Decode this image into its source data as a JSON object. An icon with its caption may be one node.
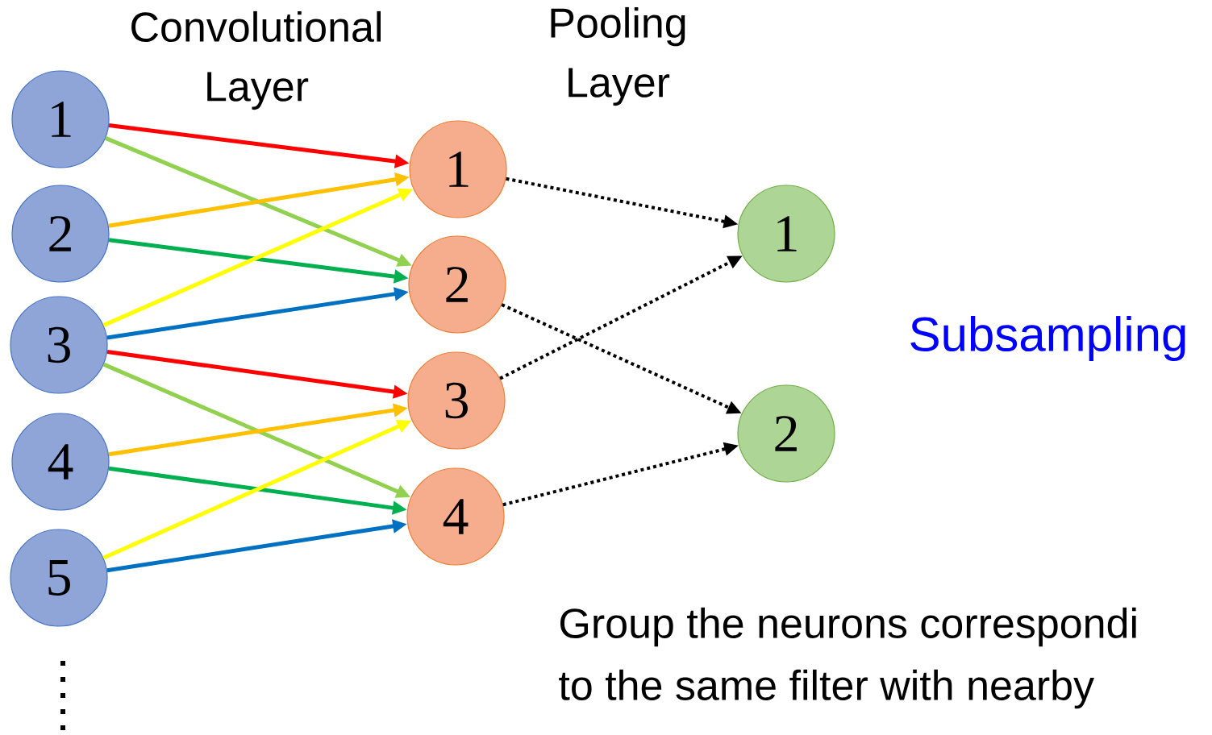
{
  "diagram": {
    "nodes": [
      {
        "text": [
          "1"
        ]
      },
      {
        "text": [
          "2"
        ]
      },
      {
        "text": [
          "3"
        ]
      },
      {
        "text": [
          "4"
        ]
      },
      {
        "text": [
          "5"
        ]
      },
      {
        "text": [
          "1"
        ]
      },
      {
        "text": [
          "2"
        ]
      },
      {
        "text": [
          "3"
        ]
      },
      {
        "text": [
          "4"
        ]
      },
      {
        "text": [
          "1"
        ]
      },
      {
        "text": [
          "2"
        ]
      }
    ],
    "edges": [
      {
        "from": 0,
        "to": 5,
        "arrow": "to",
        "color": "#ff0000"
      },
      {
        "from": 0,
        "to": 6,
        "arrow": "to",
        "color": "#92d050"
      },
      {
        "from": 1,
        "to": 5,
        "arrow": "to",
        "color": "#ffc000"
      },
      {
        "from": 1,
        "to": 6,
        "arrow": "to",
        "color": "#00b050"
      },
      {
        "from": 2,
        "to": 5,
        "arrow": "to",
        "color": "#ffff00"
      },
      {
        "from": 2,
        "to": 6,
        "arrow": "to",
        "color": "#0070c0"
      },
      {
        "from": 2,
        "to": 7,
        "arrow": "to",
        "color": "#ff0000"
      },
      {
        "from": 2,
        "to": 8,
        "arrow": "to",
        "color": "#92d050"
      },
      {
        "from": 3,
        "to": 7,
        "arrow": "to",
        "color": "#ffc000"
      },
      {
        "from": 3,
        "to": 8,
        "arrow": "to",
        "color": "#00b050"
      },
      {
        "from": 4,
        "to": 7,
        "arrow": "to",
        "color": "#ffff00"
      },
      {
        "from": 4,
        "to": 8,
        "arrow": "to",
        "color": "#0070c0"
      },
      {
        "from": 5,
        "to": 9,
        "arrow": "to",
        "style": "dashed",
        "color": "#000000"
      },
      {
        "from": 6,
        "to": 10,
        "arrow": "to",
        "style": "dashed",
        "color": "#000000"
      },
      {
        "from": 7,
        "to": 9,
        "arrow": "to",
        "style": "dashed",
        "color": "#000000"
      },
      {
        "from": 8,
        "to": 10,
        "arrow": "to",
        "style": "dashed",
        "color": "#000000"
      }
    ],
    "labels": [
      "Convolutional Layer",
      "Pooling Layer",
      "Subsampling",
      "Group the neurons correspondi",
      "to the same filter with nearby"
    ]
  }
}
